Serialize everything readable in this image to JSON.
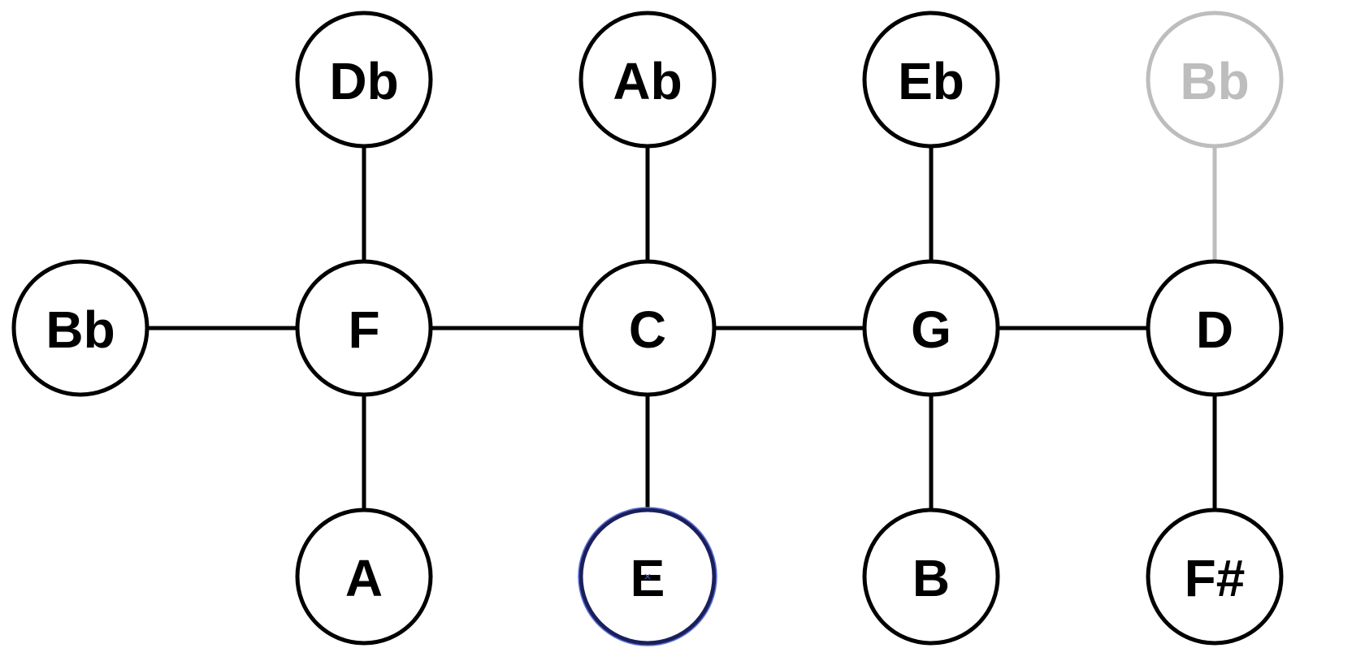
{
  "nodes": [
    {
      "id": "db",
      "label": "Db"
    },
    {
      "id": "ab",
      "label": "Ab"
    },
    {
      "id": "eb",
      "label": "Eb"
    },
    {
      "id": "bb-top",
      "label": "Bb",
      "faded": true
    },
    {
      "id": "bb-left",
      "label": "Bb"
    },
    {
      "id": "f",
      "label": "F"
    },
    {
      "id": "c",
      "label": "C"
    },
    {
      "id": "g",
      "label": "G"
    },
    {
      "id": "d",
      "label": "D"
    },
    {
      "id": "a",
      "label": "A"
    },
    {
      "id": "e",
      "label": "E",
      "selected": true
    },
    {
      "id": "b",
      "label": "B"
    },
    {
      "id": "fsharp",
      "label": "F#"
    }
  ],
  "edges": [
    {
      "from": "bb-left",
      "to": "f"
    },
    {
      "from": "f",
      "to": "c"
    },
    {
      "from": "c",
      "to": "g"
    },
    {
      "from": "g",
      "to": "d"
    },
    {
      "from": "db",
      "to": "f"
    },
    {
      "from": "ab",
      "to": "c"
    },
    {
      "from": "eb",
      "to": "g"
    },
    {
      "from": "bb-top",
      "to": "d",
      "faded": true
    },
    {
      "from": "f",
      "to": "a"
    },
    {
      "from": "c",
      "to": "e"
    },
    {
      "from": "g",
      "to": "b"
    },
    {
      "from": "d",
      "to": "fsharp"
    }
  ],
  "colors": {
    "stroke": "#000000",
    "faded": "#bdbdbd",
    "selection": "#5b6fd6"
  }
}
